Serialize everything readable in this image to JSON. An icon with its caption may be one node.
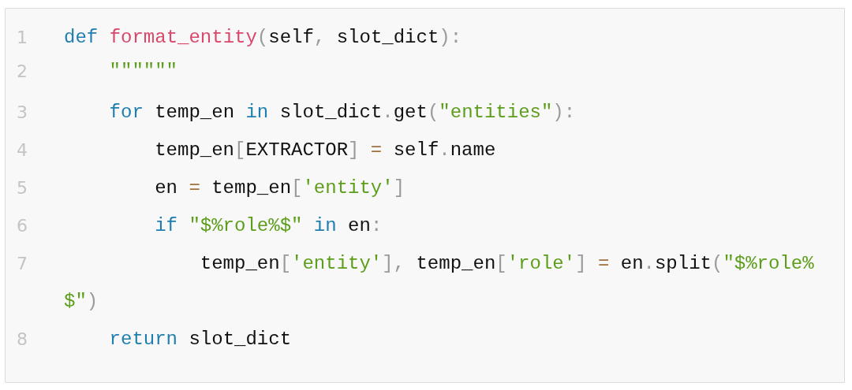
{
  "diagram": {
    "labels": [
      "1",
      "def format_entity(self, slot_dict):",
      "2",
      "\"\"\"\"\"\"",
      "3",
      "for temp_en in slot_dict.get(\"entities\"):",
      "4",
      "temp_en[EXTRACTOR] = self.name",
      "5",
      "en = temp_en['entity']",
      "6",
      "if \"$%role%$\" in en:",
      "7",
      "temp_en['entity'], temp_en['role'] = en.split(\"$%role%$\")",
      "8",
      "return slot_dict"
    ]
  }
}
